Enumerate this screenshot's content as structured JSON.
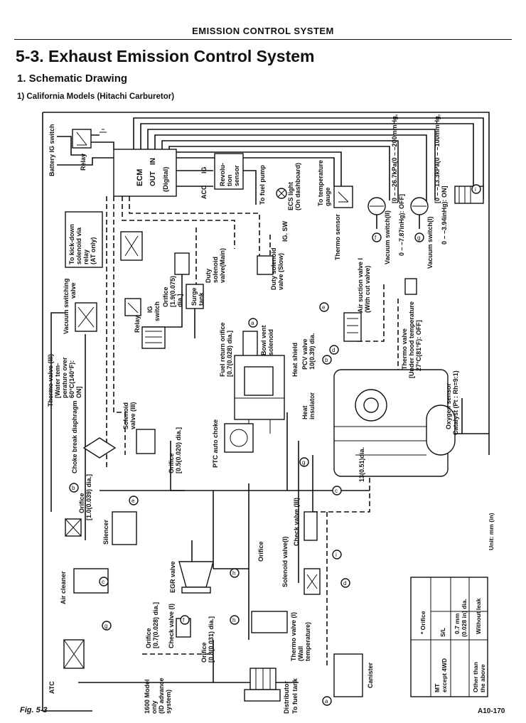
{
  "page": {
    "header": "EMISSION CONTROL SYSTEM",
    "section_title": "5-3.  Exhaust Emission Control System",
    "subsection": "1.  Schematic Drawing",
    "model": "1)  California Models (Hitachi Carburetor)",
    "figure_label": "Fig. 5-3",
    "code": "A10-170",
    "unit_note": "Unit: mm (in)"
  },
  "labels": {
    "battery_ig": "Battery  IG switch",
    "relay": "Relay",
    "ecm": "ECM",
    "out": "OUT",
    "in": "IN",
    "digital": "(Digital)",
    "ig": "IG",
    "acc": "ACC",
    "rev_sensor": [
      "Revolu-",
      "tion",
      "sensor"
    ],
    "fuel_pump": "To fuel pump",
    "ecs_light": [
      "ECS light",
      "(On dashboard)"
    ],
    "ig_sw": "IG. SW",
    "temp_gauge": [
      "To temperature",
      "gauge"
    ],
    "thermo_sensor": "Thermo sensor",
    "vac_switch_2": [
      "Vacuum switch(II)",
      "[0 – –26.7kPa(0 – –200mmHg,",
      "0 – –7.87inHg): OFF]"
    ],
    "vac_switch_1": [
      "Vacuum switch(I)",
      "[0 – –13.3kPa(0 – –100mmHg,",
      "0 – –3.94inHg): ON]"
    ],
    "kickdown": [
      "To kick-down",
      "solenoid via",
      "relay",
      "(AT only)"
    ],
    "orifice_19": [
      "Orifice",
      "[1.9(0.075)",
      "dia.]"
    ],
    "surge_tank": [
      "Surge",
      "tank"
    ],
    "duty_main": [
      "Duty",
      "solenoid",
      "valve(Main)"
    ],
    "duty_slow": [
      "Duty solenoid",
      "valve (Slow)"
    ],
    "air_suction": [
      "Air suction valve I",
      "(With cut valve)"
    ],
    "vac_switching": [
      "Vacuum switching",
      "valve"
    ],
    "relay2": "Relay",
    "ig_switch": [
      "IG",
      "switch"
    ],
    "fuel_return": [
      "Fuel return orifice",
      "[0.7(0.028) dia.]"
    ],
    "bowl_vent": [
      "Bowl vent",
      "solenoid"
    ],
    "heat_shield": "Heat shield",
    "pcv_valve": [
      "PCV valve",
      "10(0.39) dia."
    ],
    "thermo_valve_uhood": [
      "Thermo valve",
      "[Under hood temperature",
      "27°C(81°F): OFF]"
    ],
    "thermo_valve_3": [
      "Thermo valve (III)",
      "[Water tem-",
      "perature over",
      "60°C(140°F):",
      "ON]"
    ],
    "heat_insulator": [
      "Heat",
      "insulator"
    ],
    "oxygen_sensor": [
      "Oxygen sensor",
      "Catalyst (Pt : Rh=9:1)"
    ],
    "choke_break": "Choke break diaphragm",
    "solenoid_3": [
      "Solenoid",
      "valve (III)"
    ],
    "ptc_choke": "PTC auto choke",
    "orifice_05": [
      "Orifice",
      "[0.5(0.020) dia.]"
    ],
    "dia_13": "13(0.51)dia.",
    "orifice_10": [
      "Orifice",
      "[1.0(0.039) dia.]"
    ],
    "silencer": "Silencer",
    "air_cleaner": "Air cleaner",
    "egr_valve": "EGR valve",
    "orifice_small": "Orifice",
    "solenoid_1": "Solenoid valve(I)",
    "check_valve_3": "Check valve (III)",
    "atc": "ATC",
    "orifice_07": [
      "Orifice",
      "[0.7(0.028) dia.]"
    ],
    "check_valve_1": "Check valve (I)",
    "orifice_08": [
      "Orifice",
      "[0.8(0.031) dia.]"
    ],
    "model_1600": [
      "1600 Model",
      "only",
      "(ID advance",
      "system)"
    ],
    "distributor": "Distributor",
    "fuel_tank": "To fuel tank",
    "thermo_valve_1": [
      "Thermo valve (I)",
      "(Wall",
      "temperature)"
    ],
    "canister": "Canister",
    "letters": {
      "a": "a",
      "b": "b",
      "c": "c",
      "d": "d",
      "e": "e",
      "f": "f",
      "g": "g",
      "h": "h",
      "i": "i"
    }
  },
  "orifice_table": {
    "header_left": "* Orifice",
    "sub_header": "S/L",
    "rows": [
      {
        "model": [
          "MT",
          "except 4WD"
        ],
        "value": [
          "0.7 mm",
          "(0.028 in) dia."
        ]
      },
      {
        "model": [
          "Other than",
          "the above"
        ],
        "value": [
          "Without leak"
        ]
      }
    ]
  }
}
